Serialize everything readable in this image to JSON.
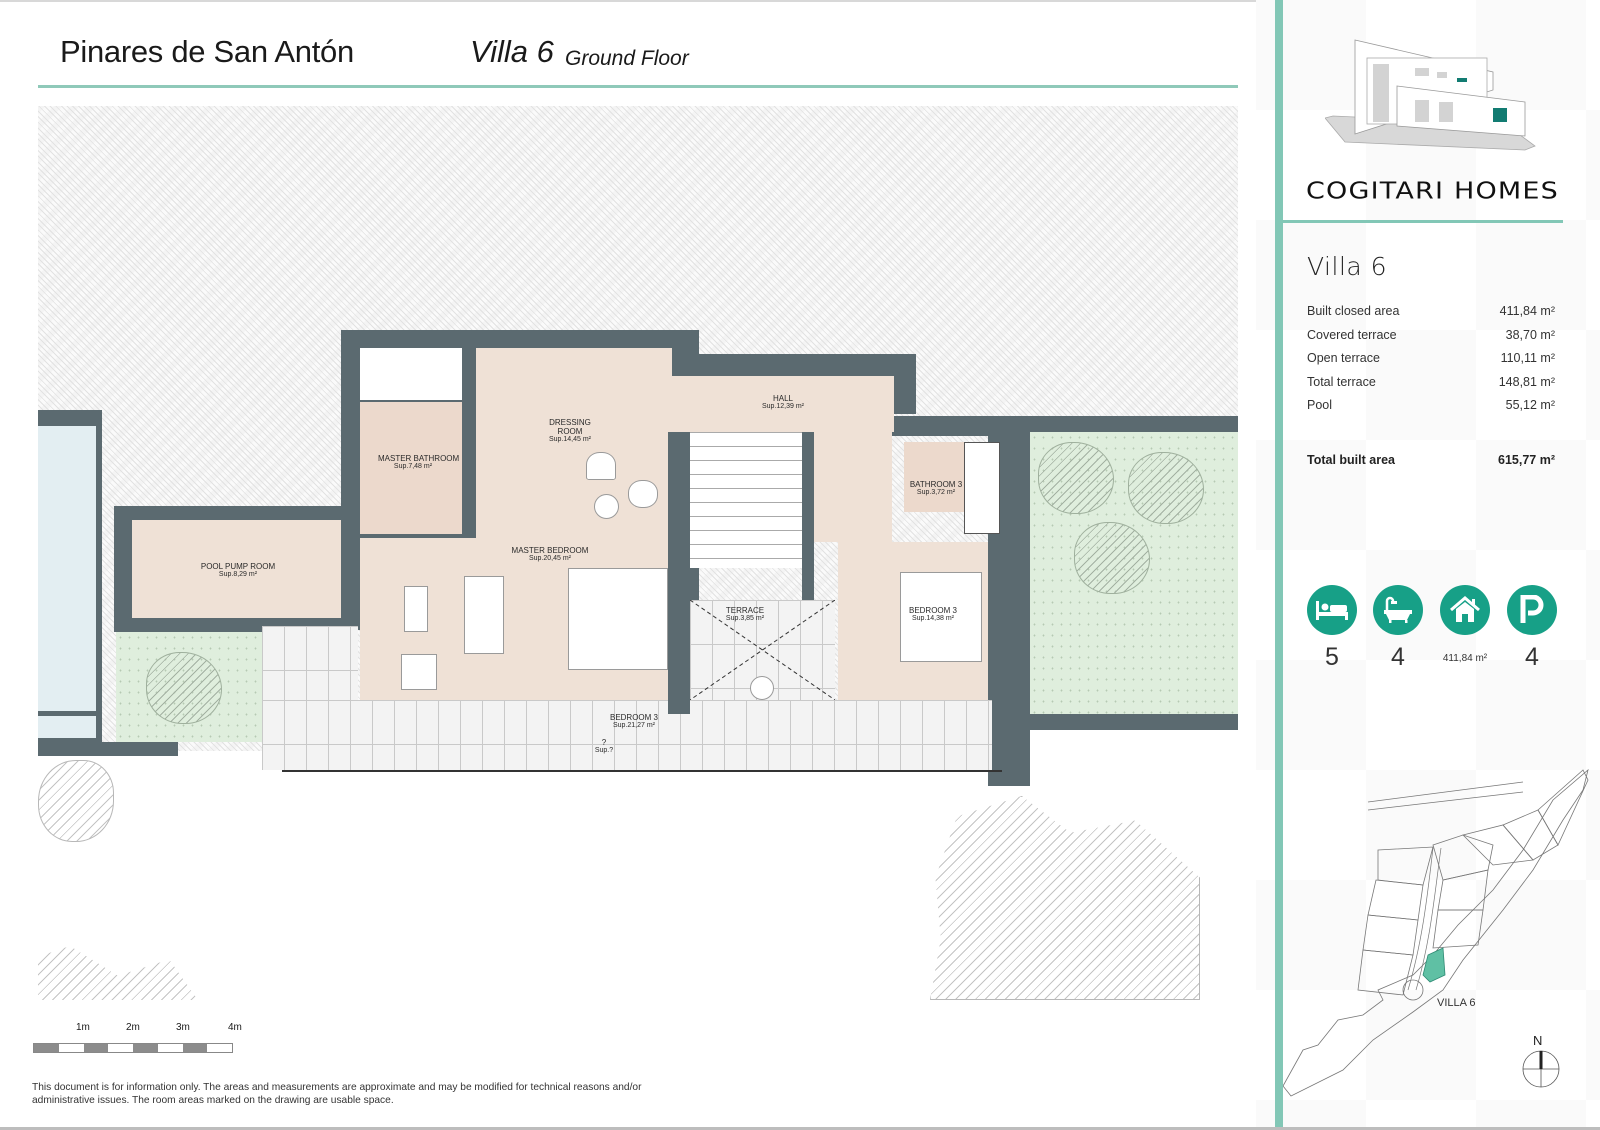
{
  "header": {
    "project": "Pinares de San Antón",
    "villa": "Villa 6",
    "floor": "Ground Floor"
  },
  "floor_plan": {
    "rooms": [
      {
        "name": "MASTER BATHROOM",
        "area": "Sup.7,48 m²"
      },
      {
        "name": "DRESSING ROOM",
        "area": "Sup.14,45 m²"
      },
      {
        "name": "HALL",
        "area": "Sup.12,39 m²"
      },
      {
        "name": "BATHROOM 3",
        "area": "Sup.3,72 m²"
      },
      {
        "name": "POOL PUMP ROOM",
        "area": "Sup.8,29 m²"
      },
      {
        "name": "MASTER BEDROOM",
        "area": "Sup.20,45 m²"
      },
      {
        "name": "TERRACE",
        "area": "Sup.3,85 m²"
      },
      {
        "name": "BEDROOM 3",
        "area": "Sup.14,38 m²"
      },
      {
        "name": "BEDROOM 3",
        "area": "Sup.21,27 m²"
      },
      {
        "name": "?",
        "area": "Sup.?"
      }
    ],
    "colors": {
      "wall": "#5b6a70",
      "room": "#efe1d6",
      "garden": "#dfeedd",
      "pool": "#e3eef2",
      "accent": "#82c7b6"
    }
  },
  "scale": {
    "labels": [
      "1m",
      "2m",
      "3m",
      "4m"
    ]
  },
  "disclaimer": "This document is for information only. The areas and measurements are approximate and may be modified for technical reasons and/or administrative issues. The room areas marked on the drawing are usable space.",
  "sidebar": {
    "brand": "COGITARI HOMES",
    "villa_heading": "Villa 6",
    "stats": [
      {
        "label": "Built closed area",
        "value": "411,84 m²"
      },
      {
        "label": "Covered terrace",
        "value": "38,70 m²"
      },
      {
        "label": "Open terrace",
        "value": "110,11 m²"
      },
      {
        "label": "Total terrace",
        "value": "148,81 m²"
      },
      {
        "label": "Pool",
        "value": "55,12 m²"
      }
    ],
    "total": {
      "label": "Total built area",
      "value": "615,77 m²"
    },
    "features": [
      {
        "icon": "bed-icon",
        "value": "5"
      },
      {
        "icon": "bathtub-icon",
        "value": "4"
      },
      {
        "icon": "house-icon",
        "value": "411,84 m²"
      },
      {
        "icon": "parking-icon",
        "value": "4"
      }
    ],
    "feature_color": "#17a087",
    "site_plan_label": "VILLA 6",
    "north_label": "N"
  }
}
